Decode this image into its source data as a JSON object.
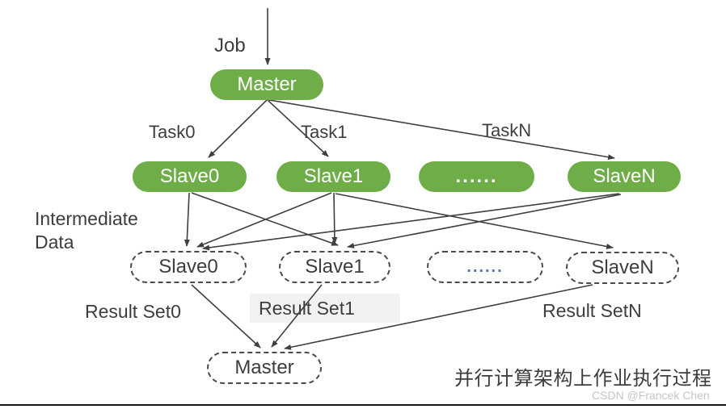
{
  "diagram": {
    "caption": "并行计算架构上作业执行过程",
    "watermark": "CSDN @Francek Chen",
    "colors": {
      "node_green": "#6fad49",
      "node_text": "#ffffff",
      "line": "#3f3f3f",
      "label_text": "#3d3d3d",
      "dots_blue": "#4a7ab5",
      "result_set1_highlight": "#f2f2f2"
    },
    "labels": {
      "job": "Job",
      "task0": "Task0",
      "task1": "Task1",
      "taskN": "TaskN",
      "intermediate_line1": "Intermediate",
      "intermediate_line2": "Data",
      "result_set0": "Result Set0",
      "result_set1": "Result Set1",
      "result_setN": "Result SetN"
    },
    "nodes": {
      "master_top": "Master",
      "slave0": "Slave0",
      "slave1": "Slave1",
      "dots": "......",
      "slaveN": "SlaveN",
      "d_slave0": "Slave0",
      "d_slave1": "Slave1",
      "d_dots": "......",
      "d_slaveN": "SlaveN",
      "master_bottom": "Master"
    }
  }
}
